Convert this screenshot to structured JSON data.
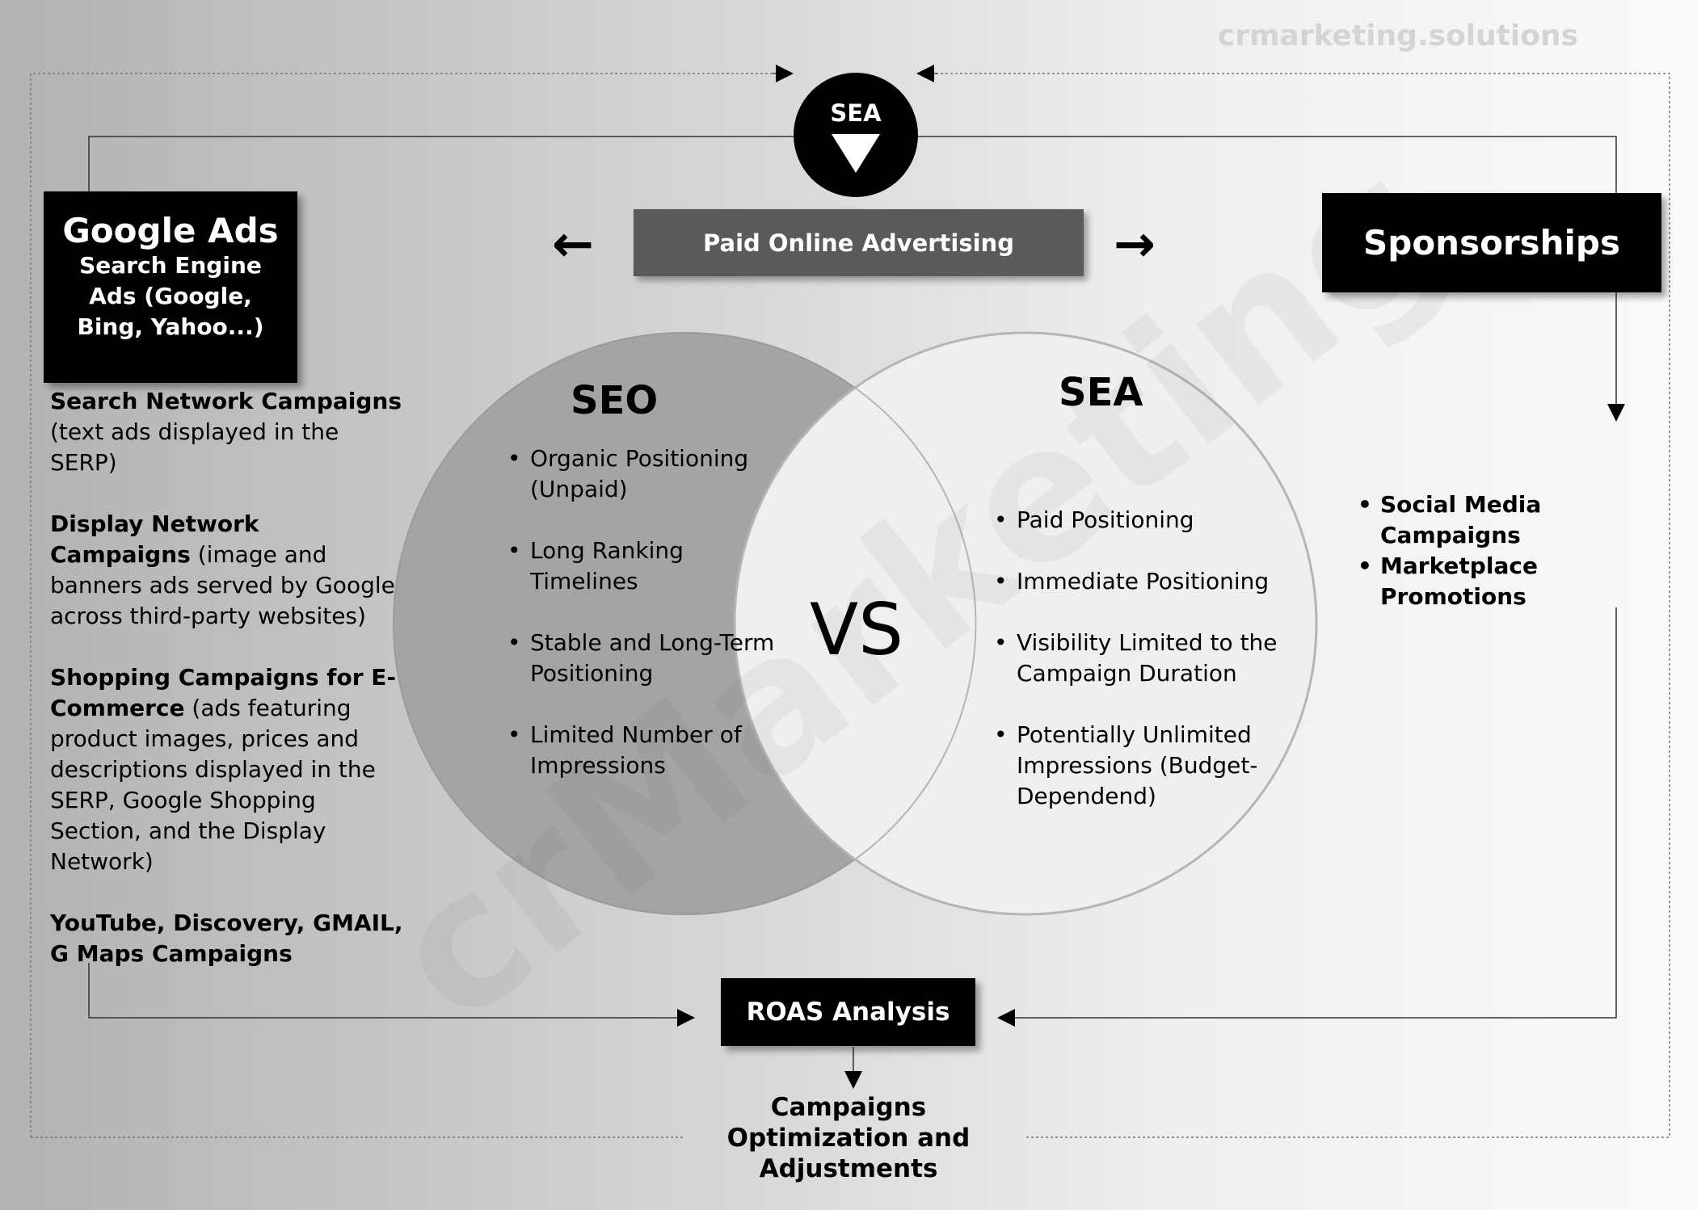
{
  "watermark": "crmarketing.solutions",
  "background_watermark": "crMarketing",
  "sea_badge": {
    "label": "SEA",
    "icon": "triangle-down-icon"
  },
  "paid_banner": {
    "label": "Paid Online Advertising",
    "left_arrow_icon": "arrow-left-icon",
    "right_arrow_icon": "arrow-right-icon"
  },
  "google_ads": {
    "title": "Google Ads",
    "subtitle": "Search Engine Ads (Google, Bing, Yahoo...)",
    "items": [
      {
        "bold": "Search Network Campaigns",
        "text": " (text ads displayed in the SERP)"
      },
      {
        "bold": "Display Network Campaigns",
        "text": " (image and banners ads served by Google across third-party websites)"
      },
      {
        "bold": "Shopping Campaigns for E-Commerce",
        "text": " (ads featuring product images, prices and descriptions displayed in the SERP, Google Shopping Section, and the Display Network)"
      },
      {
        "bold": "YouTube, Discovery, GMAIL, G Maps Campaigns",
        "text": ""
      }
    ]
  },
  "seo": {
    "title": "SEO",
    "items": [
      "Organic Positioning (Unpaid)",
      "Long Ranking Timelines",
      "Stable and Long-Term Positioning",
      "Limited Number of Impressions"
    ]
  },
  "sea": {
    "title": "SEA",
    "items": [
      "Paid Positioning",
      "Immediate Positioning",
      "Visibility Limited to the Campaign Duration",
      "Potentially Unlimited Impressions (Budget-Dependend)"
    ]
  },
  "vs_label": "VS",
  "sponsorships": {
    "title": "Sponsorships",
    "items": [
      "Social Media Campaigns",
      "Marketplace Promotions"
    ]
  },
  "roas": {
    "label": "ROAS Analysis"
  },
  "outcome": {
    "label": "Campaigns Optimization and Adjustments"
  },
  "colors": {
    "seo_circle": "#a4a4a4",
    "sea_circle": "#f0f0f0",
    "box": "#000000",
    "banner": "#5a5a5a"
  }
}
